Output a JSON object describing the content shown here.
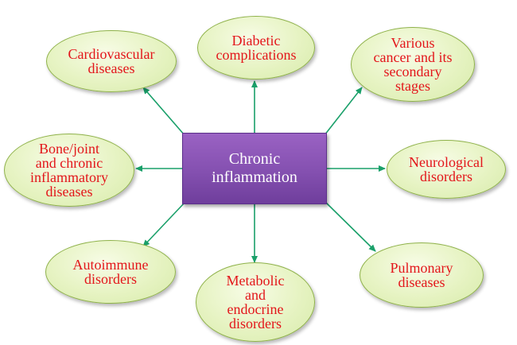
{
  "center": {
    "label": "Chronic\ninflammation"
  },
  "nodes": {
    "cardiovascular": "Cardiovascular\ndiseases",
    "diabetic": "Diabetic\ncomplications",
    "cancer": "Various\ncancer and its\nsecondary\nstages",
    "bone_joint": "Bone/joint\nand chronic\ninflammatory\ndiseases",
    "neurological": "Neurological\ndisorders",
    "autoimmune": "Autoimmune\ndisorders",
    "metabolic": "Metabolic\nand\nendocrine\ndisorders",
    "pulmonary": "Pulmonary\ndiseases"
  },
  "colors": {
    "arrow": "#1aa06a",
    "box_fill": "#8a55b5",
    "node_fill": "#e6f3c2",
    "node_text": "#e3151a",
    "center_text": "#ffffff"
  }
}
